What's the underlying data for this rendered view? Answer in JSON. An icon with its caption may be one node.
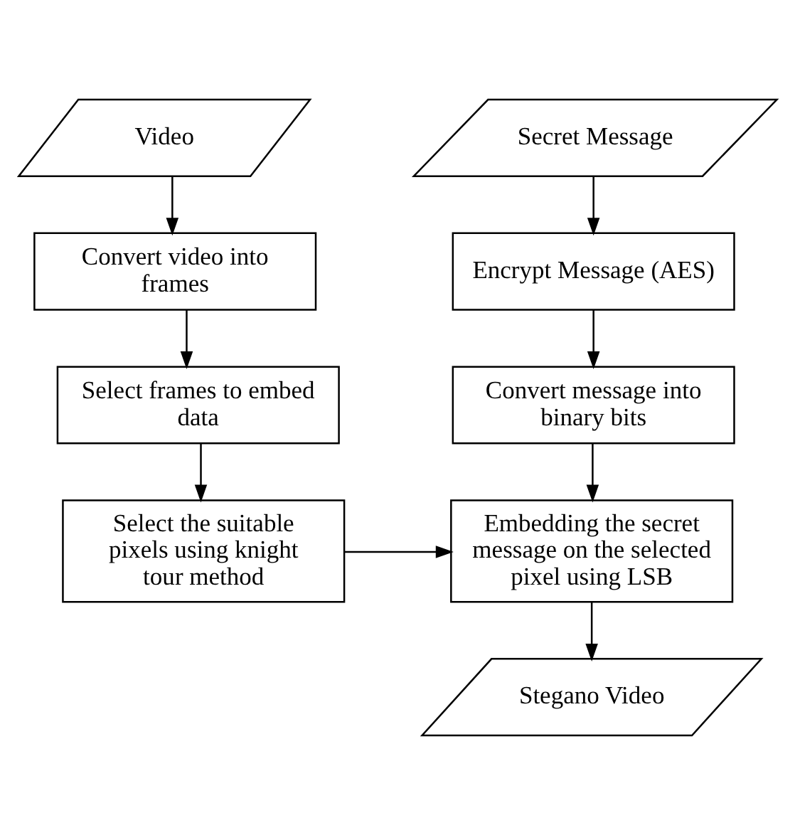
{
  "diagram": {
    "nodes": [
      {
        "text": [
          "Video"
        ]
      },
      {
        "text": [
          "Convert video into frames"
        ]
      },
      {
        "text": [
          "Select frames to embed data"
        ]
      },
      {
        "text": [
          "Select the suitable pixels using knight tour method"
        ]
      },
      {
        "text": [
          "Secret Message"
        ]
      },
      {
        "text": [
          "Encrypt Message (AES)"
        ]
      },
      {
        "text": [
          "Convert message into binary bits"
        ]
      },
      {
        "text": [
          "Embedding the secret message on the selected pixel using LSB"
        ]
      },
      {
        "text": [
          "Stegano Video"
        ]
      }
    ],
    "edges": [
      {
        "from": 0,
        "to": 1,
        "arrow": "to"
      },
      {
        "from": 1,
        "to": 2,
        "arrow": "to"
      },
      {
        "from": 2,
        "to": 3,
        "arrow": "to"
      },
      {
        "from": 3,
        "to": 7,
        "arrow": "to"
      },
      {
        "from": 4,
        "to": 5,
        "arrow": "to"
      },
      {
        "from": 5,
        "to": 6,
        "arrow": "to"
      },
      {
        "from": 6,
        "to": 7,
        "arrow": "to"
      },
      {
        "from": 7,
        "to": 8,
        "arrow": "to"
      }
    ]
  }
}
